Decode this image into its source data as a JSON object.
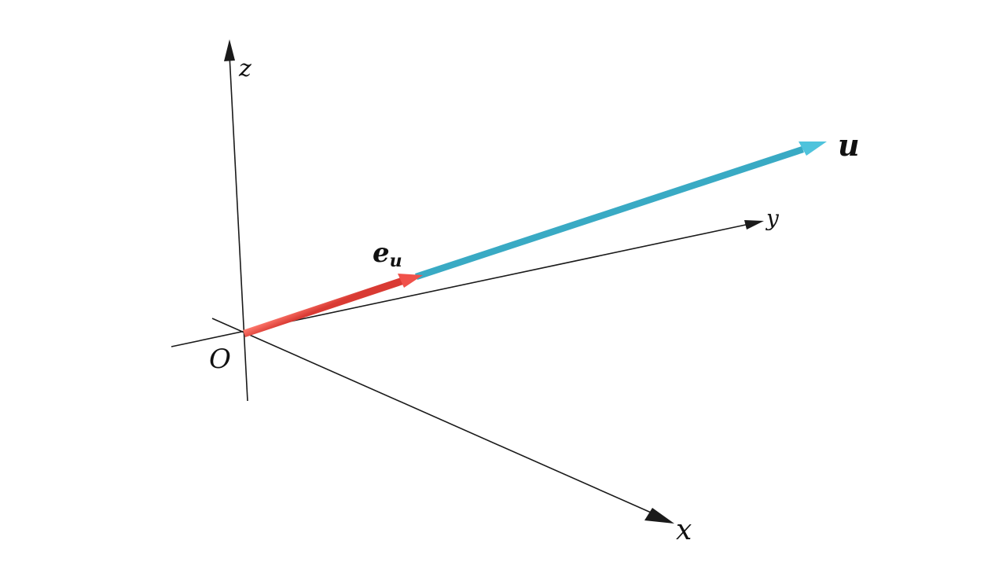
{
  "axes": {
    "x_label": "x",
    "y_label": "y",
    "z_label": "z",
    "origin_label": "O"
  },
  "vectors": {
    "u": {
      "label": "u",
      "color": "#4fc3dc"
    },
    "e_u": {
      "label": "e",
      "subscript": "u",
      "color": "#f0514a"
    }
  }
}
